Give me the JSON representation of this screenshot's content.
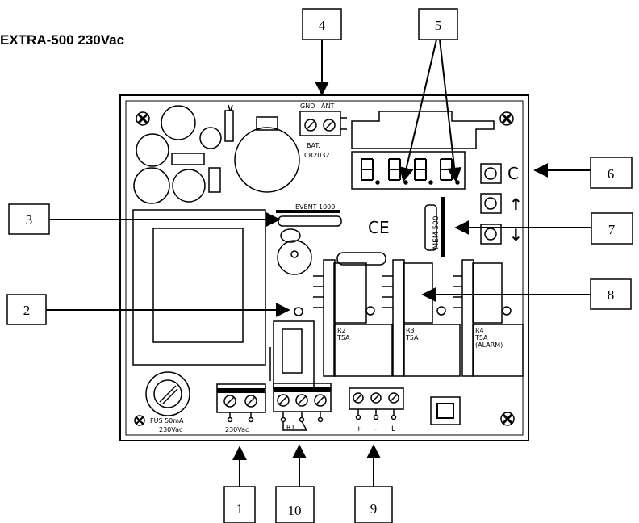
{
  "title": "EXTRA-500 230Vac",
  "board": {
    "terminal_gnd": "GND",
    "terminal_ant": "ANT",
    "bat_label": "BAT.",
    "cr_label": "CR2032",
    "event_label": "EVENT 1000",
    "ce_mark": "CE",
    "mem_label": "MEM 500",
    "relay_r2": [
      "R2",
      "T5A"
    ],
    "relay_r3": [
      "R3",
      "T5A"
    ],
    "relay_r4": [
      "R4",
      "T5A",
      "(ALARM)"
    ],
    "fuse_label": [
      "FUS 50mA",
      "230Vac"
    ],
    "supply_label": "230Vac",
    "relay_r1": "R1",
    "plus": "+",
    "minus": "-",
    "l": "L",
    "btn_c": "C",
    "btn_up": "↑",
    "btn_down": "↓"
  },
  "callouts": [
    "1",
    "2",
    "3",
    "4",
    "5",
    "6",
    "7",
    "8",
    "9",
    "10"
  ]
}
